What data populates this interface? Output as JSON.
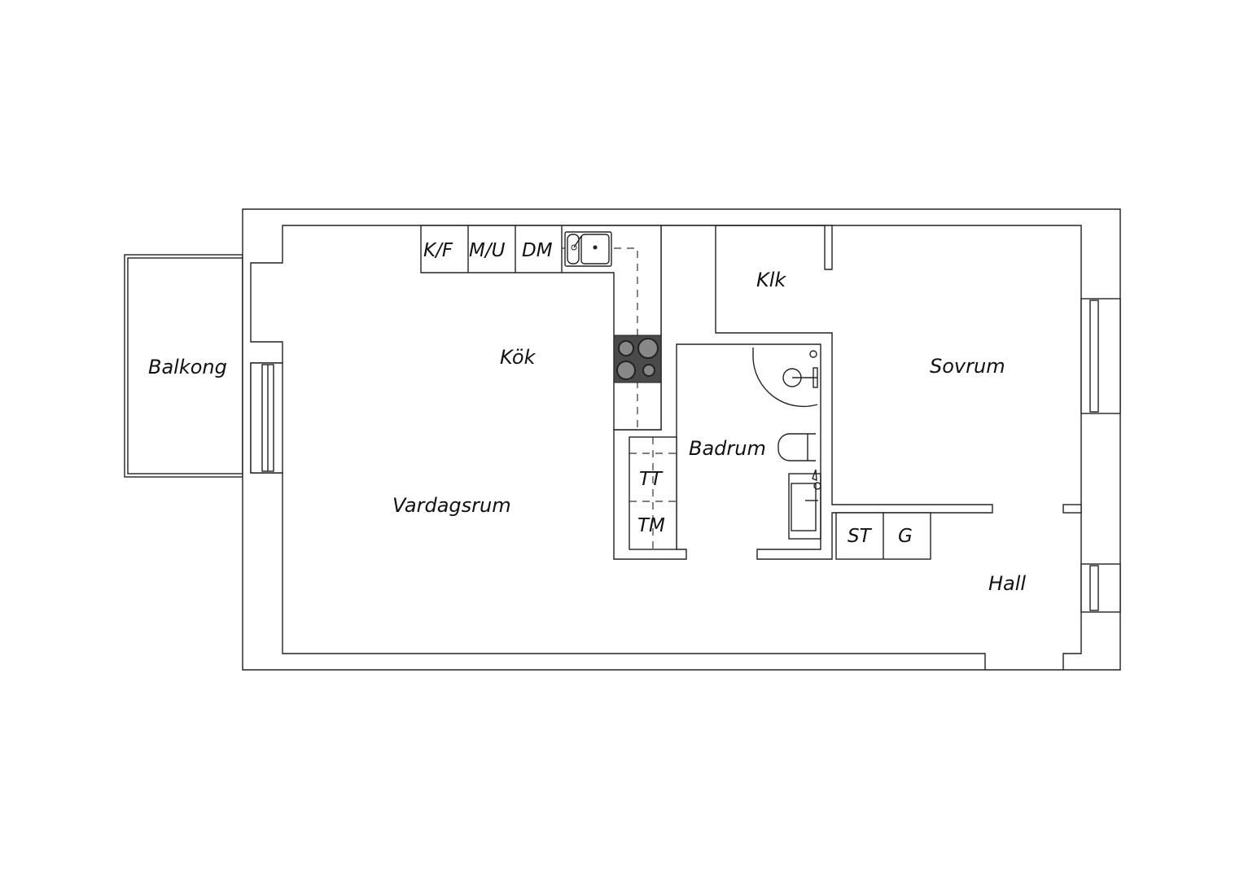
{
  "plan": {
    "rooms": {
      "balcony": "Balkong",
      "kitchen": "Kök",
      "living_room": "Vardagsrum",
      "closet": "Klk",
      "bathroom": "Badrum",
      "bedroom": "Sovrum",
      "hall": "Hall"
    },
    "fixtures": {
      "fridge_freezer": "K/F",
      "microwave_oven": "M/U",
      "dishwasher": "DM",
      "dryer": "TT",
      "washer": "TM",
      "storage": "ST",
      "wardrobe": "G"
    },
    "colors": {
      "line": "#222222",
      "stove": "#4a4a4a",
      "background": "#ffffff"
    }
  }
}
